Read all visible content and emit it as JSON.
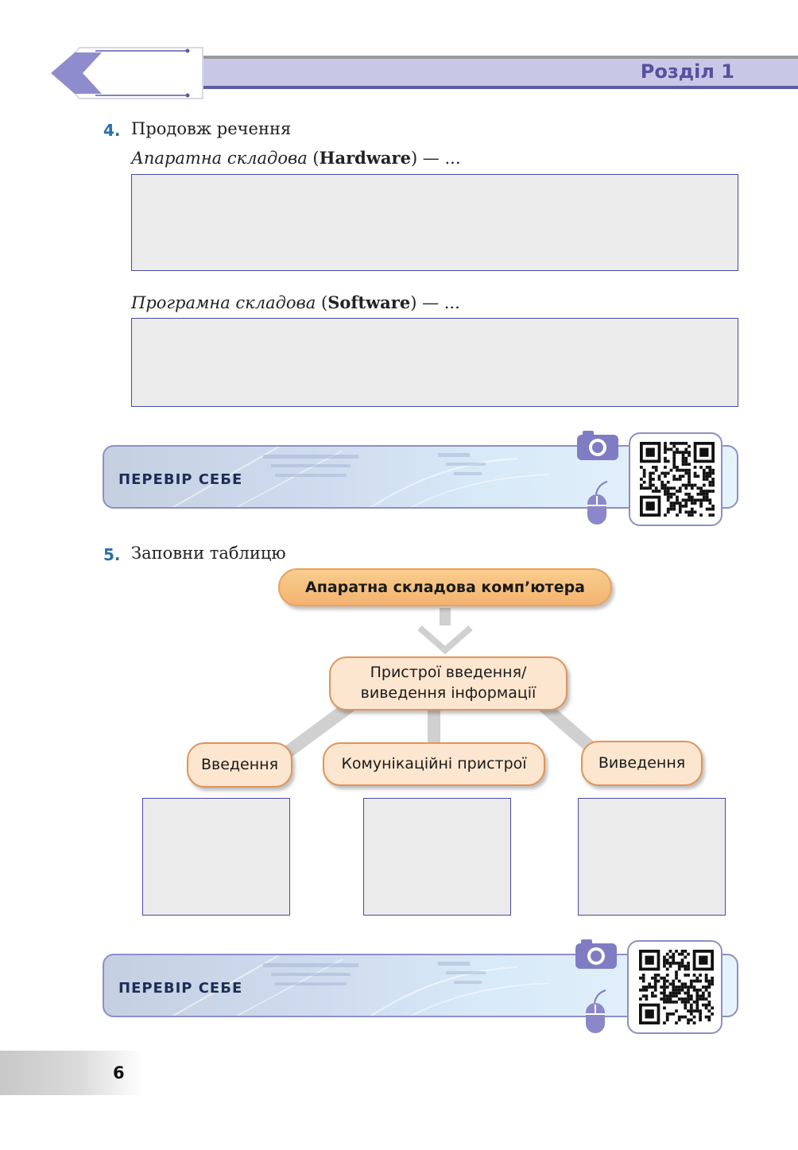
{
  "header": {
    "section": "Розділ 1"
  },
  "task4": {
    "number": "4.",
    "instruction": "Продовж речення",
    "hardware": {
      "italic": "Апаратна складова",
      "open": " (",
      "bold": "Hardware",
      "close": ") — ..."
    },
    "software": {
      "italic": "Програмна складова",
      "open": " (",
      "bold": "Software",
      "close": ") — ..."
    }
  },
  "check1": {
    "label": "ПЕРЕВІР СЕБЕ",
    "icons": [
      "camera-icon",
      "mouse-icon",
      "qr-code"
    ]
  },
  "task5": {
    "number": "5.",
    "instruction": "Заповни таблицю",
    "diagram": {
      "root": "Апаратна складова комп’ютера",
      "middle_line1": "Пристрої введення/",
      "middle_line2": "виведення інформації",
      "branches": [
        "Введення",
        "Комунікаційні пристрої",
        "Виведення"
      ]
    }
  },
  "check2": {
    "label": "ПЕРЕВІР СЕБЕ",
    "icons": [
      "camera-icon",
      "mouse-icon",
      "qr-code"
    ]
  },
  "footer": {
    "page_number": "6"
  },
  "colors": {
    "accent": "#55529e",
    "task_number": "#2a6db0",
    "pill": "#f3b370",
    "pill_light": "#fde6cf"
  }
}
